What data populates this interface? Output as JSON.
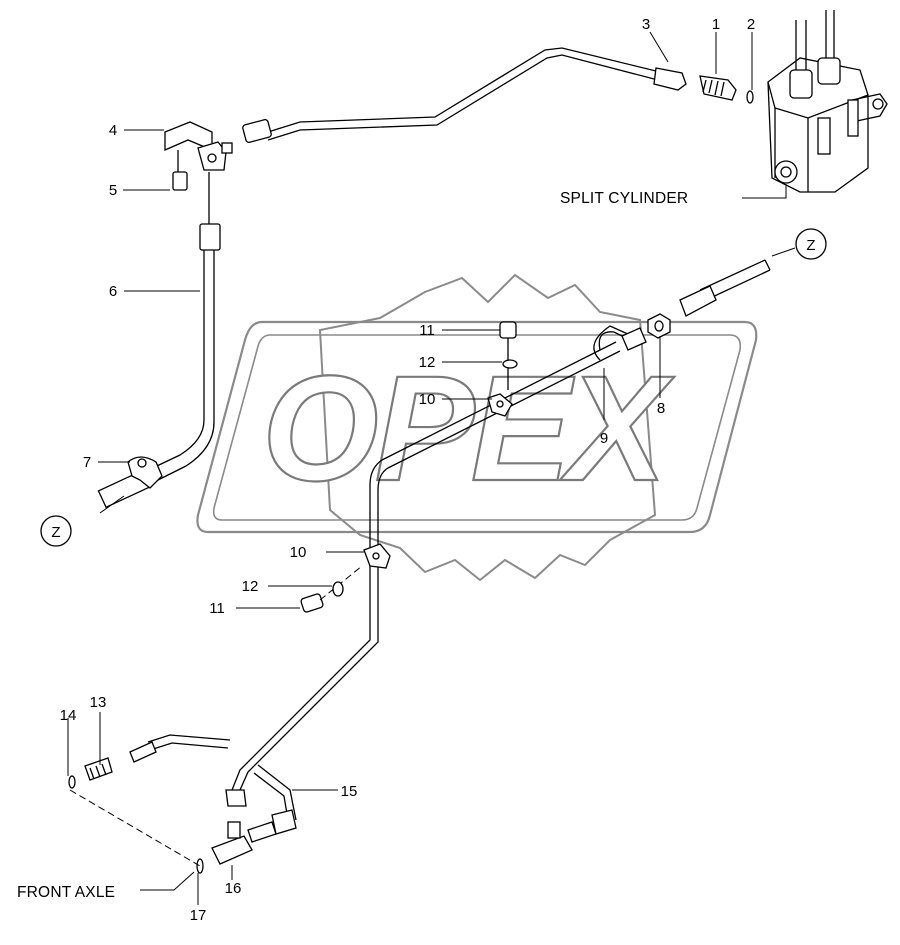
{
  "watermark": {
    "text": "OPEX"
  },
  "labels": {
    "split_cylinder": "SPLIT CYLINDER",
    "front_axle": "FRONT AXLE"
  },
  "connectors": {
    "z_top": "Z",
    "z_left": "Z"
  },
  "callouts": {
    "p1": "1",
    "p2": "2",
    "p3": "3",
    "p4": "4",
    "p5": "5",
    "p6": "6",
    "p7": "7",
    "p8": "8",
    "p9": "9",
    "p10_top": "10",
    "p11_top": "11",
    "p12_top": "12",
    "p10_mid": "10",
    "p11_mid": "11",
    "p12_mid": "12",
    "p13": "13",
    "p14": "14",
    "p15": "15",
    "p16": "16",
    "p17": "17"
  }
}
